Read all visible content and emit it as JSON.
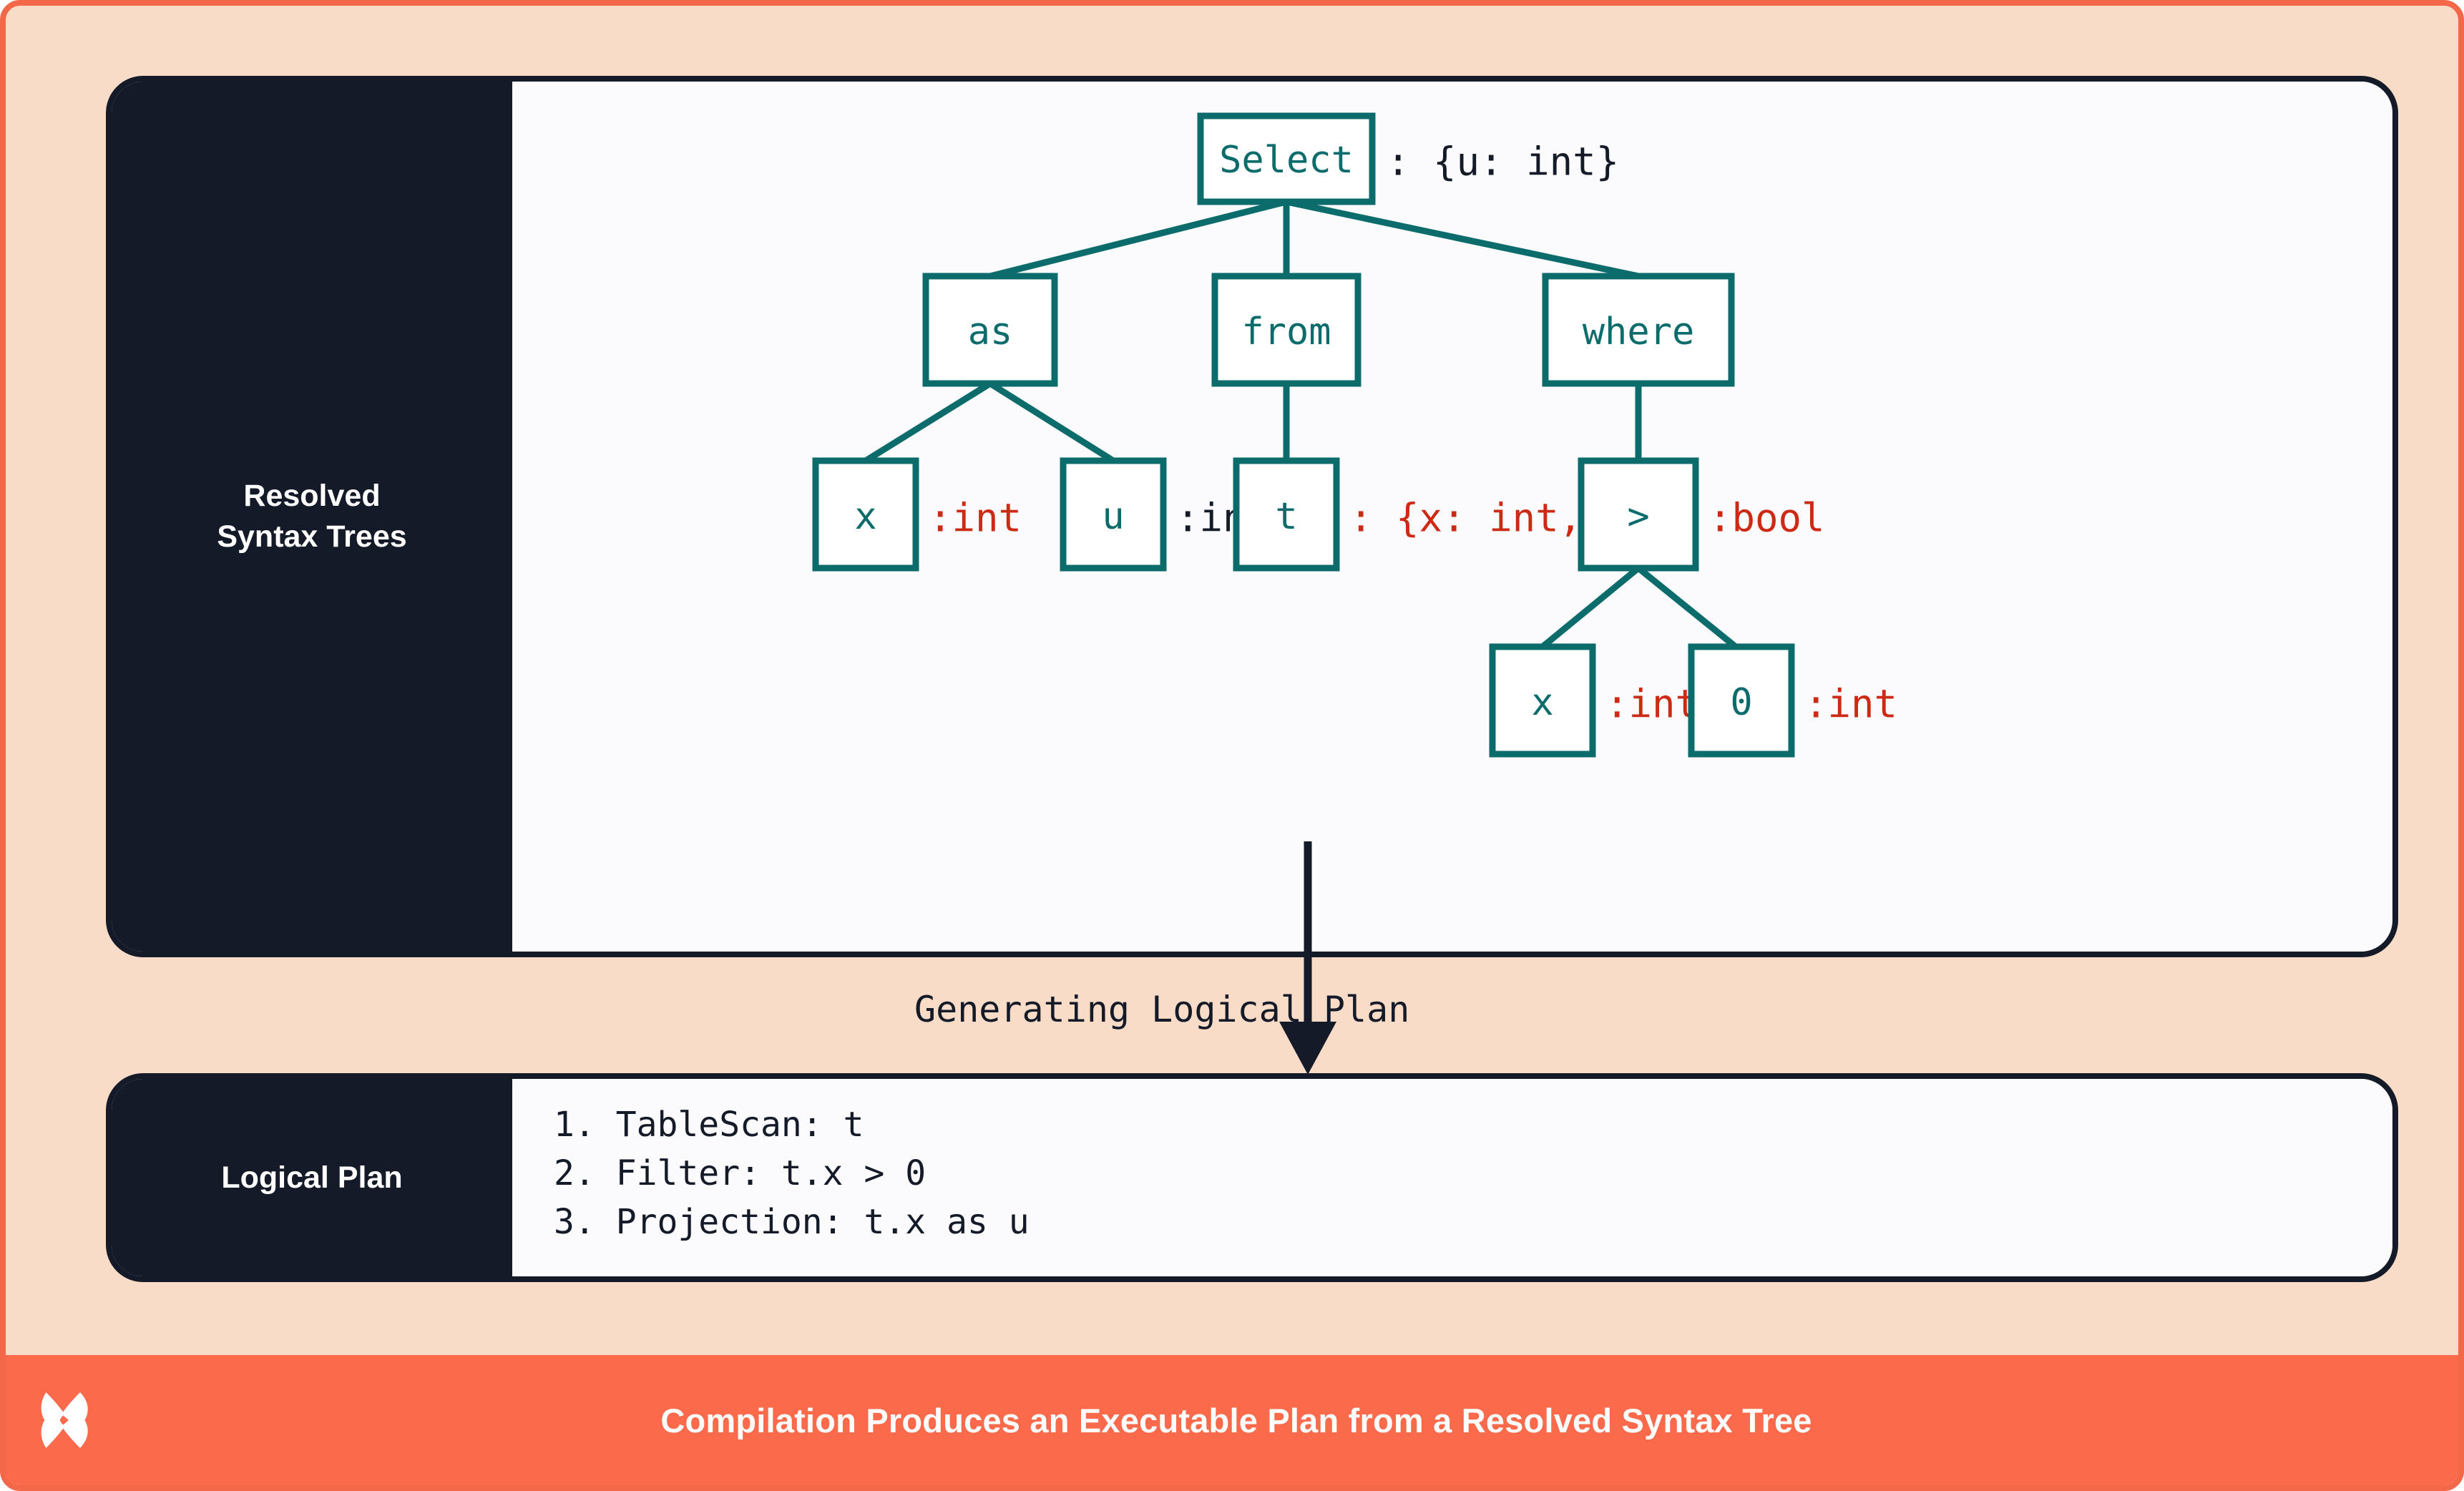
{
  "poster": {
    "background_color": "#F9DCC7",
    "frame_color": "#F4684A",
    "card_color": "#141A27",
    "accent_teal": "#0C6B6B",
    "accent_red": "#CC2A14",
    "panel_color": "#FBFBFD"
  },
  "sections": {
    "rst": {
      "label_line1": "Resolved",
      "label_line2": "Syntax Trees"
    },
    "plan": {
      "label": "Logical Plan"
    }
  },
  "transition": {
    "label": "Generating Logical Plan",
    "arrow": "down-arrow"
  },
  "tree": {
    "nodes": [
      {
        "id": "select",
        "text": "Select",
        "annotation": ": {u: int}",
        "annotation_color": "dark"
      },
      {
        "id": "as",
        "text": "as",
        "annotation": "",
        "annotation_color": ""
      },
      {
        "id": "from",
        "text": "from",
        "annotation": "",
        "annotation_color": ""
      },
      {
        "id": "where",
        "text": "where",
        "annotation": "",
        "annotation_color": ""
      },
      {
        "id": "as-x",
        "text": "x",
        "annotation": ":int",
        "annotation_color": "red"
      },
      {
        "id": "as-u",
        "text": "u",
        "annotation": ":int",
        "annotation_color": "dark"
      },
      {
        "id": "from-t",
        "text": "t",
        "annotation": ": {x: int,...}",
        "annotation_color": "red"
      },
      {
        "id": "gt",
        "text": ">",
        "annotation": ":bool",
        "annotation_color": "red"
      },
      {
        "id": "gt-x",
        "text": "x",
        "annotation": ":int",
        "annotation_color": "red"
      },
      {
        "id": "gt-0",
        "text": "0",
        "annotation": ":int",
        "annotation_color": "red"
      }
    ]
  },
  "plan": {
    "steps": [
      "1. TableScan: t",
      "2. Filter: t.x > 0",
      "3. Projection: t.x as u"
    ]
  },
  "footer": {
    "logo": "butterfly-logo",
    "caption": "Compilation Produces an Executable Plan from a Resolved Syntax Tree"
  }
}
